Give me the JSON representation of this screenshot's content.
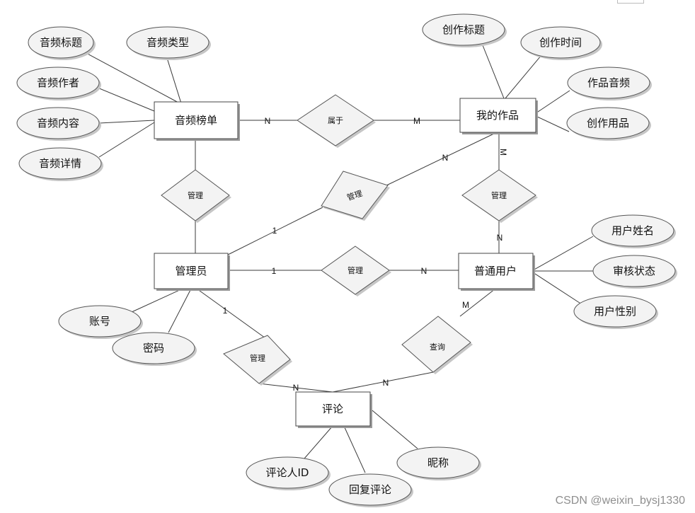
{
  "entities": {
    "audio_list": "音频榜单",
    "my_works": "我的作品",
    "admin": "管理员",
    "normal_user": "普通用户",
    "comment": "评论"
  },
  "attributes": {
    "audio_title": "音频标题",
    "audio_type": "音频类型",
    "audio_author": "音频作者",
    "audio_content": "音频内容",
    "audio_detail": "音频详情",
    "work_title": "创作标题",
    "work_time": "创作时间",
    "work_audio": "作品音频",
    "work_supplies": "创作用品",
    "user_name": "用户姓名",
    "review_status": "审核状态",
    "user_gender": "用户性别",
    "account": "账号",
    "password": "密码",
    "commenter_id": "评论人ID",
    "reply_comment": "回复评论",
    "nickname": "昵称"
  },
  "relationships": {
    "belongs": "属于",
    "manage_list": "管理",
    "manage_works_admin": "管理",
    "manage_works_user": "管理",
    "manage_user": "管理",
    "manage_comment": "管理",
    "query": "查询"
  },
  "cardinalities": {
    "belongs_list": "N",
    "belongs_works": "M",
    "admin_works_admin": "1",
    "admin_works_works": "N",
    "works_user_works": "M",
    "works_user_user": "N",
    "admin_user_admin": "1",
    "admin_user_user": "N",
    "admin_comment_admin": "1",
    "admin_comment_comment": "N",
    "query_user": "M",
    "query_comment": "N"
  },
  "watermark": "CSDN @weixin_bysj1330"
}
